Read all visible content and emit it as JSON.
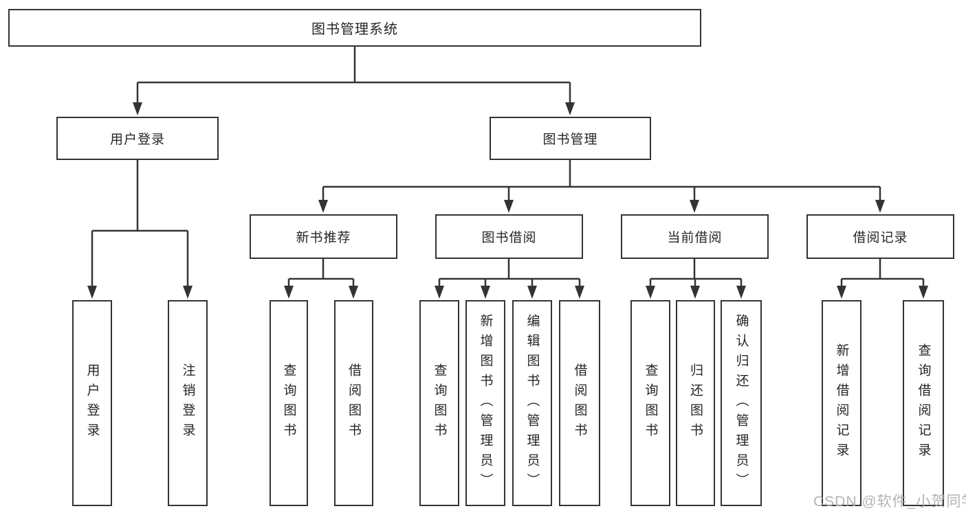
{
  "tree": {
    "root": "图书管理系统",
    "branches": [
      {
        "label": "用户登录",
        "children": [
          "用户登录",
          "注销登录"
        ]
      },
      {
        "label": "图书管理",
        "sections": [
          {
            "label": "新书推荐",
            "children": [
              "查询图书",
              "借阅图书"
            ]
          },
          {
            "label": "图书借阅",
            "children": [
              "查询图书",
              "新增图书（管理员）",
              "编辑图书（管理员）",
              "借阅图书"
            ]
          },
          {
            "label": "当前借阅",
            "children": [
              "查询图书",
              "归还图书",
              "确认归还（管理员）"
            ]
          },
          {
            "label": "借阅记录",
            "children": [
              "新增借阅记录",
              "查询借阅记录"
            ]
          }
        ]
      }
    ]
  },
  "watermark": {
    "text": "CSDN @软件_小贺同学"
  },
  "colors": {
    "line": "#333333",
    "text": "#262626",
    "watermark": "#ababab",
    "background": "#ffffff"
  }
}
